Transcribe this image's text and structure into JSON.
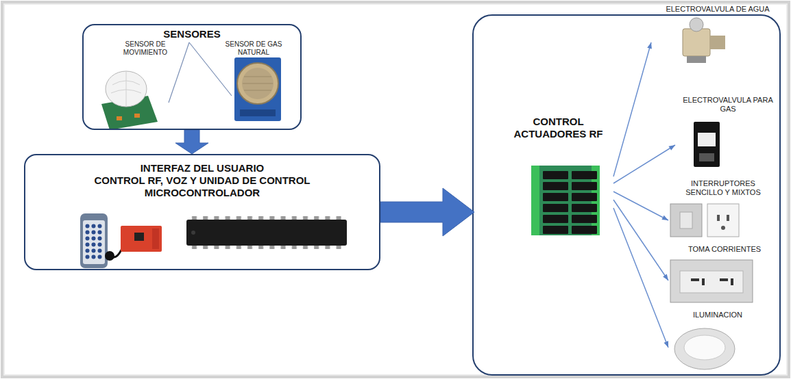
{
  "diagram": {
    "nodes": [
      {
        "text": [
          "SENSORES"
        ]
      },
      {
        "text": [
          "INTERFAZ DEL USUARIO",
          "CONTROL RF, VOZ Y UNIDAD DE CONTROL MICROCONTROLADOR"
        ]
      },
      {
        "text": [
          "CONTROL ACTUADORES RF"
        ]
      },
      {
        "text": [
          "ELECTROVALVULA DE AGUA"
        ]
      },
      {
        "text": [
          "ELECTROVALVULA PARA GAS"
        ]
      },
      {
        "text": [
          "INTERRUPTORES SENCILLO Y MIXTOS"
        ]
      },
      {
        "text": [
          "TOMA CORRIENTES"
        ]
      },
      {
        "text": [
          "ILUMINACION"
        ]
      }
    ],
    "edges": [
      {
        "from": 0,
        "to": 1,
        "arrow": "to"
      },
      {
        "from": 1,
        "to": 2,
        "arrow": "to"
      },
      {
        "from": 2,
        "to": 3,
        "arrow": "to"
      },
      {
        "from": 2,
        "to": 4,
        "arrow": "to"
      },
      {
        "from": 2,
        "to": 5,
        "arrow": "to"
      },
      {
        "from": 2,
        "to": 6,
        "arrow": "to"
      },
      {
        "from": 2,
        "to": 7,
        "arrow": "to"
      }
    ],
    "labels": [
      "SENSOR DE MOVIMIENTO",
      "SENSOR DE GAS NATURAL"
    ]
  }
}
